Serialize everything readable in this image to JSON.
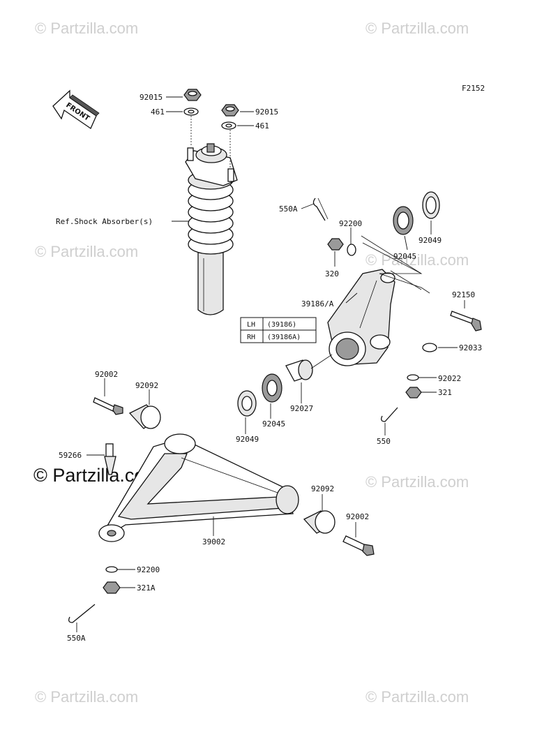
{
  "figure_code": "F2152",
  "watermark": "© Partzilla.com",
  "front_arrow": "FRONT",
  "labels": {
    "p92015_a": "92015",
    "p461_a": "461",
    "p92015_b": "92015",
    "p461_b": "461",
    "shock": "Ref.Shock Absorber(s)",
    "p550A_top": "550A",
    "p92200_top": "92200",
    "p320": "320",
    "p92045_top": "92045",
    "p92049_top": "92049",
    "p39186": "39186/A",
    "p92150": "92150",
    "p92033": "92033",
    "p92022": "92022",
    "p321": "321",
    "p550": "550",
    "p92027": "92027",
    "p92045_mid": "92045",
    "p92049_mid": "92049",
    "p92002_top": "92002",
    "p92092_top": "92092",
    "p59266": "59266",
    "p92092_bot": "92092",
    "p92002_bot": "92002",
    "p39002": "39002",
    "p92200_bot": "92200",
    "p321A": "321A",
    "p550A_bot": "550A"
  },
  "side_table": {
    "rows": [
      {
        "side": "LH",
        "part": "(39186)"
      },
      {
        "side": "RH",
        "part": "(39186A)"
      }
    ]
  }
}
